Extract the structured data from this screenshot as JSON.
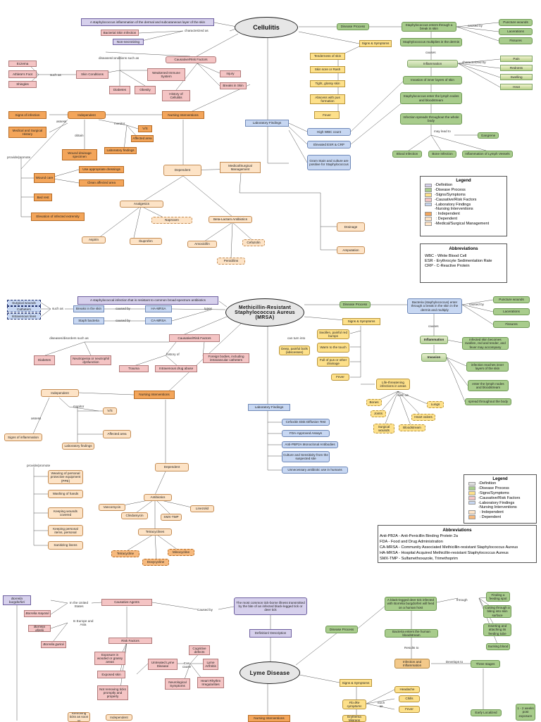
{
  "cellulitis": {
    "title": "Cellulitis",
    "definition": "A staphylococcus inflammation of the dermal and subcutaneous layer of the skin",
    "characterized_as": "characterized as",
    "bacterial_infection": "Bacterial Skin Infection",
    "non_necrotizing": "Non-necrotizing",
    "causative": "Causative/Risk Factors",
    "diseases_such_as": "diseases/conditions such as",
    "such_as": "such as",
    "eczema": "Eczema",
    "athletes_foot": "Athlete's Foot",
    "shingles": "Shingles",
    "skin_conditions": "Skin Conditions",
    "weakened_immune": "Weakened Immune System",
    "injury": "Injury",
    "breaks_in_skin": "Breaks in Skin",
    "diabetes": "Diabetes",
    "obesity": "Obesity",
    "history": "History of Cellulitis",
    "disease_process": "Disease Process",
    "staph_enters": "Staphylococcus enters through a break in skin",
    "caused_by": "caused by",
    "puncture": "Puncture wounds",
    "lacerations": "Lacerations",
    "fissures": "Fissures",
    "staph_multiplies": "Staphylococcus multiplies in the dermis",
    "causes": "causes",
    "inflammation": "Inflammation",
    "characterized_by": "characterized by",
    "pain": "Pain",
    "redness": "Redness",
    "swelling": "Swelling",
    "heat": "Heat",
    "invasion": "Invasion of inner layers of skin",
    "staph_lymph": "Staphylococcus enter the lymph nodes and bloodstream",
    "infection_spreads": "Infection spreads throughout the whole body",
    "may_lead_to": "may lead to",
    "gangrene": "Gangrene",
    "blood_infection": "Blood Infection",
    "bone_infection": "Bone Infection",
    "lymph_inflammation": "Inflammation of Lymph Vessels",
    "signs": "Signs & Symptoms",
    "tenderness": "Tenderness of skin",
    "sore_rash": "Skin sore or Rash",
    "tight_skin": "Tight, glossy skin",
    "abscess": "Abscess with pus formation",
    "fever": "Fever",
    "lab": "Laboratory Findings",
    "wbc": "High WBC count",
    "esr": "Elevated ESR & CRP",
    "gram": "Gram Stain and culture are positive for Staphylococcus",
    "nursing": "Nursing Interventions",
    "independent": "Independent",
    "assess": "assess",
    "signs_infection": "Signs of infection",
    "med_history": "Medical and Surgical History",
    "obtain": "obtain",
    "wound_specimen": "Wound drainage specimen",
    "monitor": "monitor",
    "vs": "V/S",
    "affected_area": "Affected area",
    "lab_findings": "Laboratory findings",
    "provide": "provide/promote",
    "wound_care": "Wound care",
    "dressings": "Use appropriate dressings",
    "clean_area": "Clean affected area",
    "bed_rest": "Bed rest",
    "elevation": "Elevation of infected extremity",
    "dependent": "Dependent",
    "medsurg": "Medical/Surgical Management",
    "analgesics": "Analgesics",
    "aspirin": "Aspirin",
    "ibuprofen": "Ibuprofen",
    "naproxen": "Naproxen",
    "betalactam": "Beta-Lactam Antibiotics",
    "amoxicillin": "Amoxicillin",
    "cefazolin": "Cefazolin",
    "penicillins": "Penicillins",
    "drainage": "Drainage",
    "amputation": "Amputation"
  },
  "legend1": {
    "title": "Legend",
    "items": [
      "Definition",
      "Disease Process",
      "Signs/Symptoms",
      "Causative/Risk Factors",
      "Laboratory Findings",
      "Nursing Interventions",
      ": Independent",
      ": Dependent",
      "Medical/Surgical Management"
    ],
    "colors": [
      "#d6d0ec",
      "#a8cc8c",
      "#fde08a",
      "#f4c4c4",
      "#c7d7f2",
      "#ffffff",
      "#f3a55a",
      "#fde3c6",
      "#fde3c6"
    ]
  },
  "abbr1": {
    "title": "Abbreviations",
    "items": [
      "WBC - White Blood Cell",
      "ESR - Erythrocyte Sedimentation Rate",
      "CRP - C-Reactive Protein"
    ]
  },
  "mrsa": {
    "title_line1": "Methicillin-Resistant",
    "title_line2": "Staphylococcus Aureus",
    "title_line3": "(MRSA)",
    "definition": "A staphylococcal infection that is resistant to common broad-spectrum antibiotics",
    "surgical_wounds": "Surgical wounds",
    "catheters": "Catheters",
    "iv_lines": "Intravenous lines",
    "such_as": "such as",
    "breaks": "Breaks in the skin",
    "caused_by": "caused by",
    "ha_mrsa": "HA-MRSA",
    "types": "types",
    "staph_bacteria": "Staph bacteria",
    "ca_mrsa": "CA-MRSA",
    "causative": "Causative/Risk Factors",
    "diseases_such_as": "diseases/disorders such as",
    "diabetes": "Diabetes",
    "neutropenia": "Neutropenia or neutrophil dysfunction",
    "history_of": "history of",
    "trauma": "Trauma",
    "iv_drug": "Intravenous drug abuse",
    "foreign": "Foreign bodies, including intravascular catheters",
    "disease_process": "Disease Process",
    "bacteria_enter": "Bacteria (staphylococcus) enter through a break in the skin in the dermis and multiply",
    "puncture": "Puncture wounds",
    "lacerations": "Lacerations",
    "fissures": "Fissures",
    "causes": "causes",
    "inflammation": "Inflammation",
    "infected_skin": "infected skin becomes swollen, red and tender, and fever may accompany",
    "invasion": "Invasion",
    "infection_layers": "infection reaches inner layers of the skin",
    "enter_lymph": "enter the lymph nodes and bloodstream",
    "spread": "spread throughout the body",
    "signs": "Signs & Symptoms",
    "can_turn_into": "can turn into",
    "swollen_bumps": "Swollen, painful red bumps",
    "warm": "Warm to the touch",
    "pus": "Full of pus or other drainage",
    "boils": "Deep, painful boils (abscesses)",
    "fever": "Fever",
    "life_threatening": "Life-threatening infections in areas",
    "such_as2": "such as",
    "bones": "Bones",
    "joints": "Joints",
    "lungs": "Lungs",
    "heart_valves": "Heart valves",
    "surgical_wounds2": "Surgical wounds",
    "bloodstream": "Bloodstream",
    "lab": "Laboratory Findings",
    "cefoxitin": "Cefoxitin Disk Diffusion Test",
    "fda": "FDA-Approved Assays",
    "pbp2a": "Anti-PBP2A Monoclonal Antibodies",
    "culture": "Culture and Sensitivity from the suspected site",
    "unnecessary": "Unnecessary antibiotic use in humans",
    "nursing": "Nursing Interventions",
    "independent": "Independent",
    "monitor": "monitor",
    "vs": "V/S",
    "affected_area": "Affected area",
    "assess": "assess",
    "signs_inflammation": "Signs of inflammation",
    "lab_findings": "Laboratory findings",
    "provide": "provide/promote",
    "ppe": "Wearing of personal protective equipment (PPE)",
    "washing": "Washing of hands",
    "covered": "Keeping wounds covered",
    "personal": "Keeping personal items, personal",
    "sanitizing": "Sanitizing linens",
    "dependent": "Dependent",
    "antibiotics": "Antibiotics",
    "vancomycin": "Vancomycin",
    "clindamycin": "Clindamycin",
    "smx": "SMX-TMP",
    "linezolid": "Linezolid",
    "tetracyclines": "Tetracyclines",
    "tetracycline": "Tetracycline",
    "minocycline": "Minocycline",
    "doxycycline": "Doxycycline"
  },
  "legend2": {
    "title": "Legend",
    "items": [
      "Definition",
      "Disease Process",
      "Signs/Symptoms",
      "Causative/Risk Factors",
      "Laboratory Findings",
      "Nursing Interventions",
      ": Independent",
      ": Dependent"
    ],
    "colors": [
      "#d6d0ec",
      "#a8cc8c",
      "#fde08a",
      "#f4c4c4",
      "#c7d7f2",
      "#ffffff",
      "#fde3c6",
      "#f6b97d"
    ]
  },
  "abbr2": {
    "title": "Abbreviations",
    "items": [
      "Anti-PB2A - Anti-Penicillin Binding Protein 2a",
      "FDA - Food and Drug Administration",
      "CA-MRSA - Community Associated Methicillin-resistant Staphylococcus Aureus",
      "HA-MRSA - Hospital Acquired Methicillin-resistant Staphylococcus Aureus",
      "SMX-TMP - Sulfamethoxazole, Trimethoprim"
    ]
  },
  "lyme": {
    "title": "Lyme Disease",
    "borrelia_b": "Borrelia burgdorferi",
    "borrelia_m": "Borrelia mayonii",
    "borrelia_a": "Borrelia afzelii",
    "borrelia_g": "Borrelia garinii",
    "in_us": "In the United States",
    "in_europe": "In Europe and Asia",
    "causative_agents": "Causative Agents",
    "caused_by": "Caused by",
    "definition": "The most common tick-borne illness transmitted by the bite of an infected black-legged tick or deer tick",
    "definition_desc": "Definition/ Description",
    "risk_factors": "Risk Factors",
    "exposure": "Exposure in wooded or grassy areas",
    "exposed_skin": "Exposed skin",
    "not_removing": "Not removing ticks promptly and properly",
    "untreated": "Untreated Lyme Disease",
    "can_cause": "Can cause",
    "cognitive": "Cognitive defects",
    "lyme_arthritis": "Lyme Arthritis",
    "neuro": "Neurological Symptoms",
    "heart_rhythm": "Heart Rhythm Irregularities",
    "removing_ticks": "Removing ticks as soon as",
    "independent": "Independent",
    "nursing": "Nursing Interventions",
    "disease_process": "Disease Process",
    "black_legged": "A black-legged deer tick infected with Borrelia burgdorferi will feed on a human host",
    "through": "through",
    "finding_spot": "Finding a feeding spot",
    "cutting_skin": "Cutting through a biting into skin surface",
    "inserting": "Inserting and attaching its feeding tube",
    "sucking_blood": "Sucking blood",
    "bacteria_enters": "Bacteria enters the human bloodstream",
    "results_to": "Results to",
    "infection_inflammation": "Infection and Inflammation",
    "develops_to": "Develops to",
    "three_stages": "Three stages",
    "early_localized": "Early Localized",
    "weeks": "1 - 2 weeks post exposure",
    "signs": "Signs & Symptoms",
    "flu_like": "Flu-like symptoms",
    "such_as": "Such as",
    "headache": "Headache",
    "chills": "Chills",
    "fever": "Fever",
    "erythema": "Erythema Migrans"
  }
}
